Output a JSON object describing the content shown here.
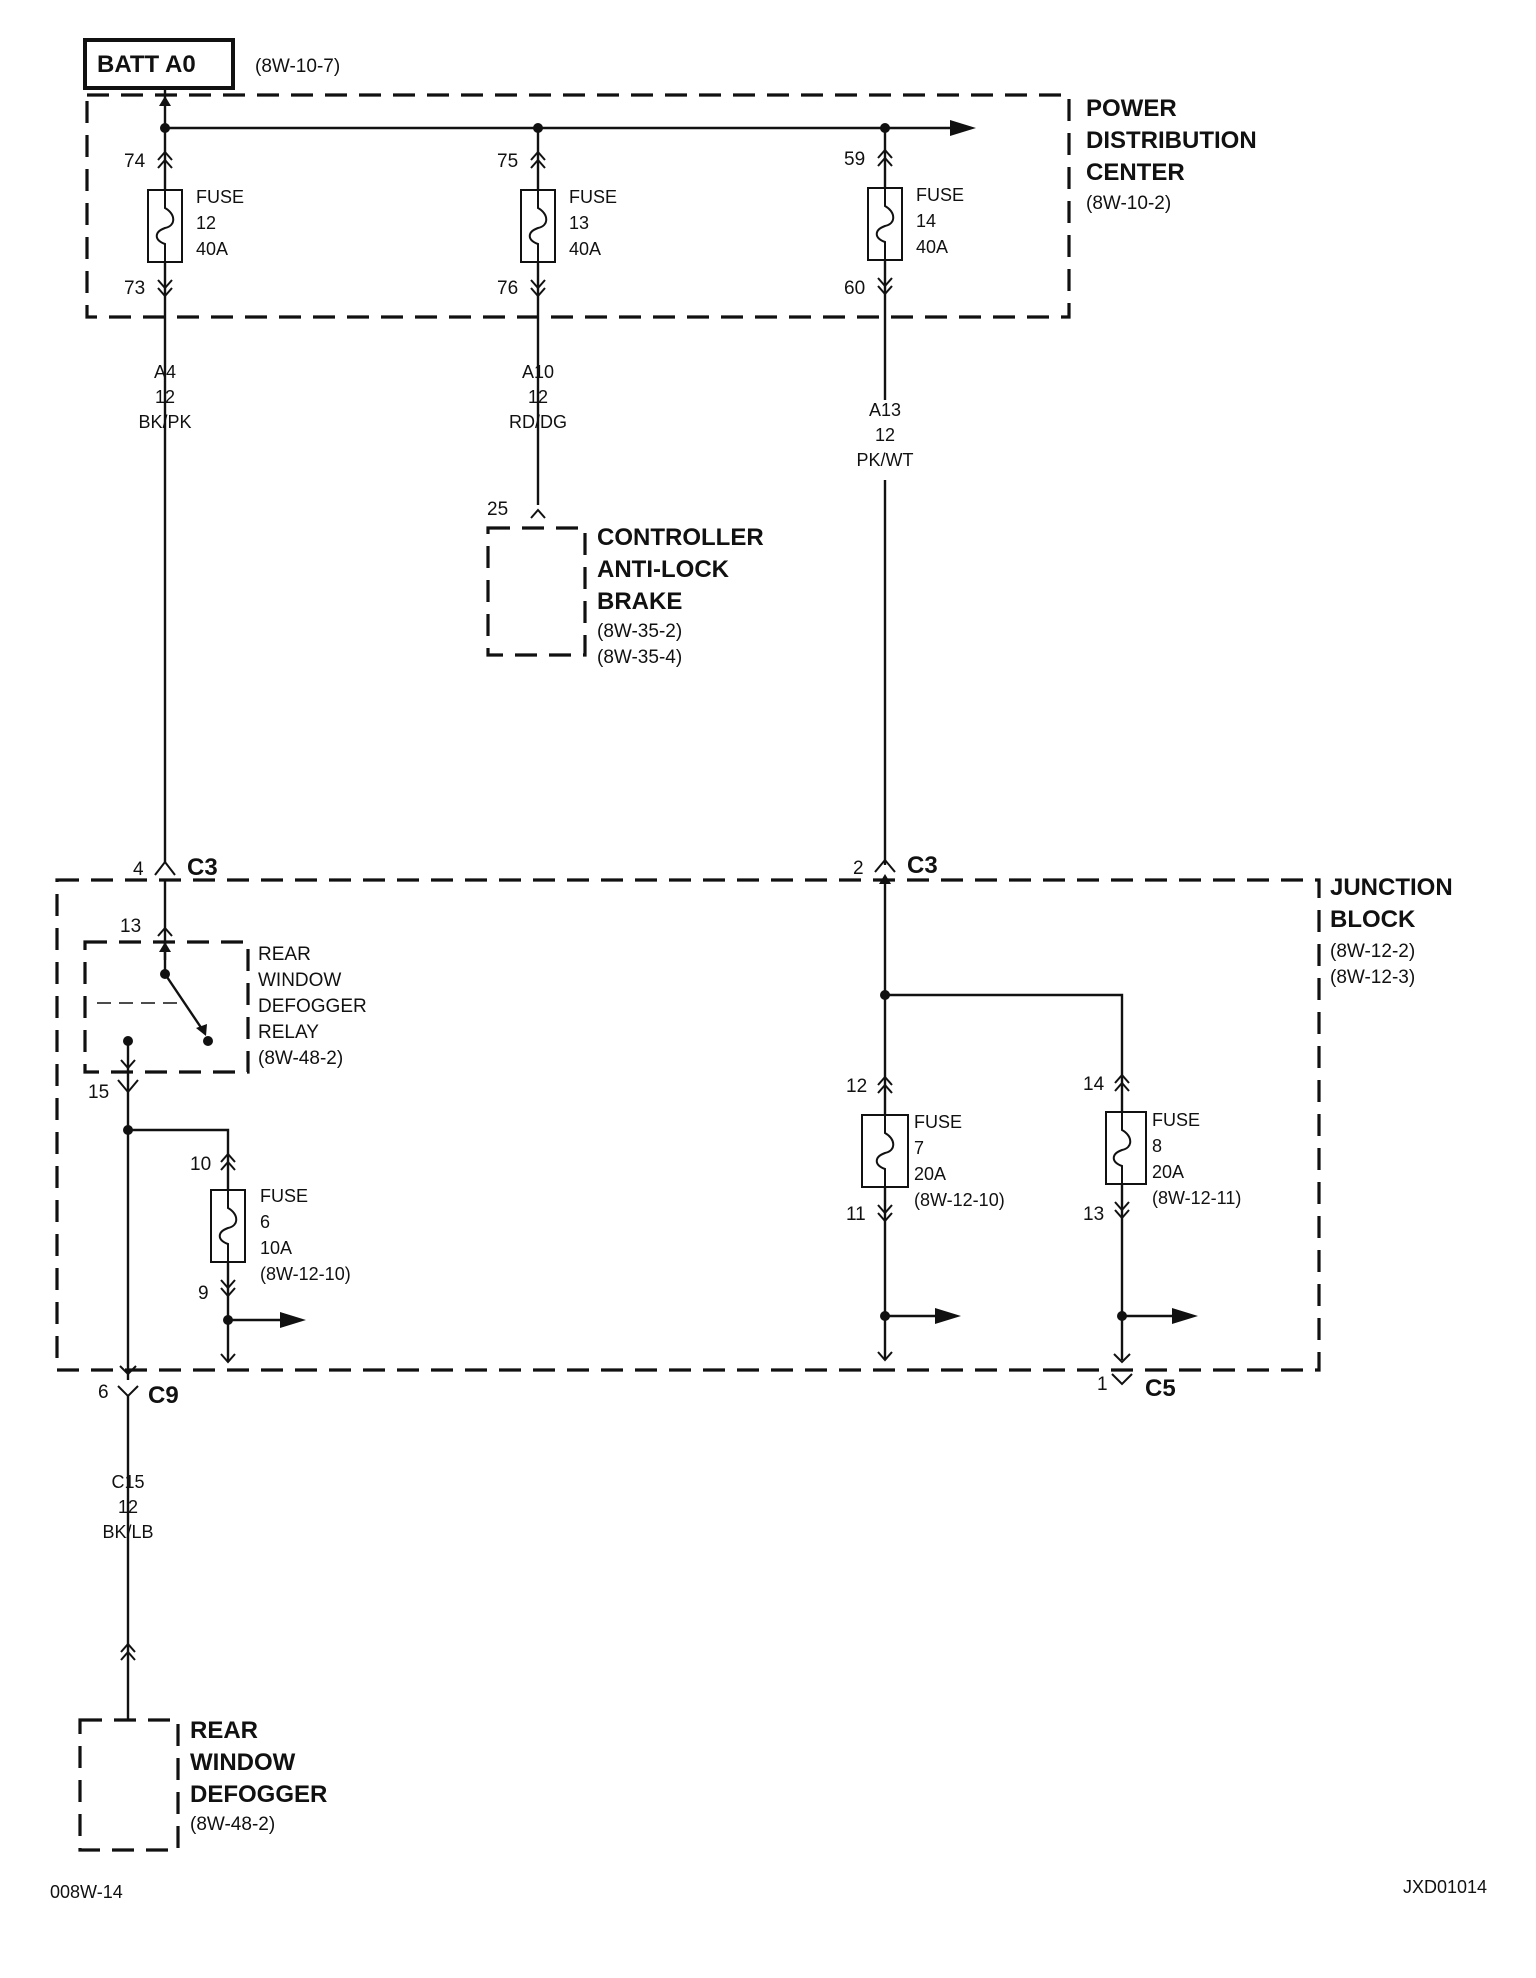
{
  "source": {
    "label": "BATT A0",
    "ref": "(8W-10-7)"
  },
  "pdc": {
    "lines": [
      "POWER",
      "DISTRIBUTION",
      "CENTER"
    ],
    "ref": "(8W-10-2)"
  },
  "pdc_fuses": [
    {
      "word": "FUSE",
      "number": "12",
      "rating": "40A",
      "pin_in": "74",
      "pin_out": "73"
    },
    {
      "word": "FUSE",
      "number": "13",
      "rating": "40A",
      "pin_in": "75",
      "pin_out": "76"
    },
    {
      "word": "FUSE",
      "number": "14",
      "rating": "40A",
      "pin_in": "59",
      "pin_out": "60"
    }
  ],
  "circuits": [
    {
      "id": "A4",
      "gauge": "12",
      "color": "BK/PK"
    },
    {
      "id": "A10",
      "gauge": "12",
      "color": "RD/DG"
    },
    {
      "id": "A13",
      "gauge": "12",
      "color": "PK/WT"
    },
    {
      "id": "C15",
      "gauge": "12",
      "color": "BK/LB"
    }
  ],
  "abs": {
    "pin": "25",
    "lines": [
      "CONTROLLER",
      "ANTI-LOCK",
      "BRAKE"
    ],
    "refs": [
      "(8W-35-2)",
      "(8W-35-4)"
    ]
  },
  "junction_block": {
    "lines": [
      "JUNCTION",
      "BLOCK"
    ],
    "refs": [
      "(8W-12-2)",
      "(8W-12-3)"
    ]
  },
  "connectors": {
    "c3_left": {
      "pin": "4",
      "name": "C3"
    },
    "c3_right": {
      "pin": "2",
      "name": "C3"
    },
    "c9": {
      "pin": "6",
      "name": "C9"
    },
    "c5": {
      "pin": "1",
      "name": "C5"
    }
  },
  "relay": {
    "lines": [
      "REAR",
      "WINDOW",
      "DEFOGGER",
      "RELAY"
    ],
    "ref": "(8W-48-2)",
    "pin_in": "13",
    "pin_out": "15"
  },
  "jb_fuses": [
    {
      "word": "FUSE",
      "number": "6",
      "rating": "10A",
      "ref": "(8W-12-10)",
      "pin_in": "10",
      "pin_out": "9"
    },
    {
      "word": "FUSE",
      "number": "7",
      "rating": "20A",
      "ref": "(8W-12-10)",
      "pin_in": "12",
      "pin_out": "11"
    },
    {
      "word": "FUSE",
      "number": "8",
      "rating": "20A",
      "ref": "(8W-12-11)",
      "pin_in": "14",
      "pin_out": "13"
    }
  ],
  "defogger": {
    "lines": [
      "REAR",
      "WINDOW",
      "DEFOGGER"
    ],
    "ref": "(8W-48-2)"
  },
  "footer": {
    "left": "008W-14",
    "right": "JXD01014"
  }
}
